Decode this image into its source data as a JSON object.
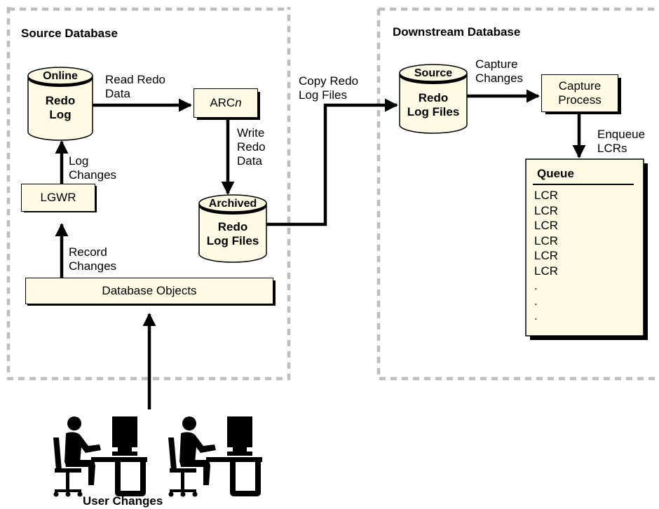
{
  "regions": {
    "source_title": "Source Database",
    "downstream_title": "Downstream Database"
  },
  "online_redo_log": {
    "tag": "Online",
    "label": "Redo\nLog"
  },
  "arcn": {
    "prefix": "ARC",
    "suffix": "n"
  },
  "lgwr": {
    "label": "LGWR"
  },
  "archived_redo": {
    "tag": "Archived",
    "label": "Redo\nLog Files"
  },
  "database_objects": {
    "label": "Database Objects"
  },
  "source_redo": {
    "tag": "Source",
    "label": "Redo\nLog Files"
  },
  "capture_process": {
    "label": "Capture\nProcess"
  },
  "queue": {
    "title": "Queue",
    "items": [
      "LCR",
      "LCR",
      "LCR",
      "LCR",
      "LCR",
      "LCR",
      ".",
      ".",
      "."
    ]
  },
  "edges": {
    "read_redo_data": "Read Redo\nData",
    "write_redo_data": "Write\nRedo\nData",
    "log_changes": "Log\nChanges",
    "record_changes": "Record\nChanges",
    "copy_redo_log_files": "Copy Redo\nLog Files",
    "capture_changes": "Capture\nChanges",
    "enqueue_lcrs": "Enqueue\nLCRs"
  },
  "users": {
    "label": "User Changes"
  },
  "colors": {
    "box_fill": "#fdfbe3",
    "border_dash": "#bdbdbd",
    "line": "#000000"
  }
}
